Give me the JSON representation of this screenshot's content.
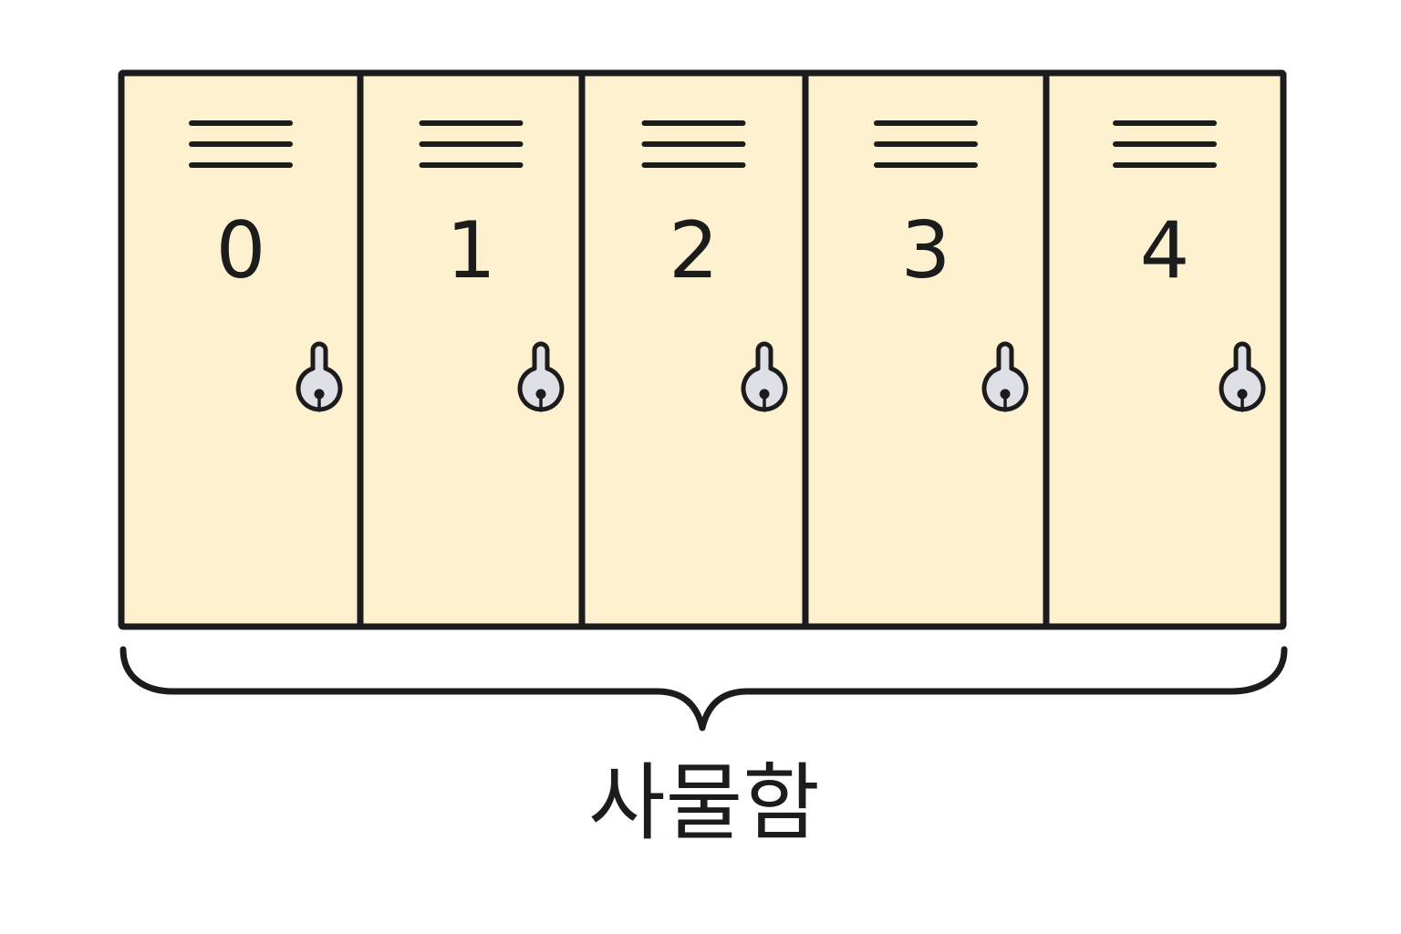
{
  "lockers": [
    {
      "number": "0"
    },
    {
      "number": "1"
    },
    {
      "number": "2"
    },
    {
      "number": "3"
    },
    {
      "number": "4"
    }
  ],
  "caption": "사물함",
  "colors": {
    "locker_fill": "#fdf1d0",
    "outline": "#1c1c1c",
    "keyhole_fill": "#dfe0e6",
    "background": "#ffffff"
  },
  "icons": {
    "vent": "vent-lines-icon",
    "keyhole": "keyhole-icon",
    "brace": "curly-brace"
  }
}
